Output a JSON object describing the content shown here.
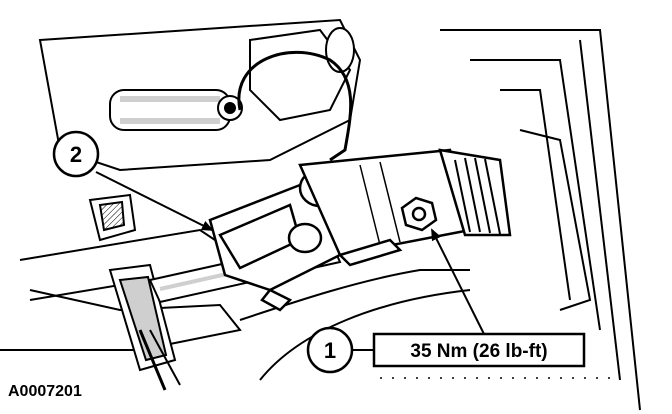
{
  "figure": {
    "id_label": "A0007201"
  },
  "callouts": [
    {
      "number": "1",
      "spec": "35 Nm (26 lb-ft)"
    },
    {
      "number": "2"
    }
  ],
  "colors": {
    "ink": "#000000",
    "shade": "#cfcfcf",
    "paper": "#ffffff"
  }
}
